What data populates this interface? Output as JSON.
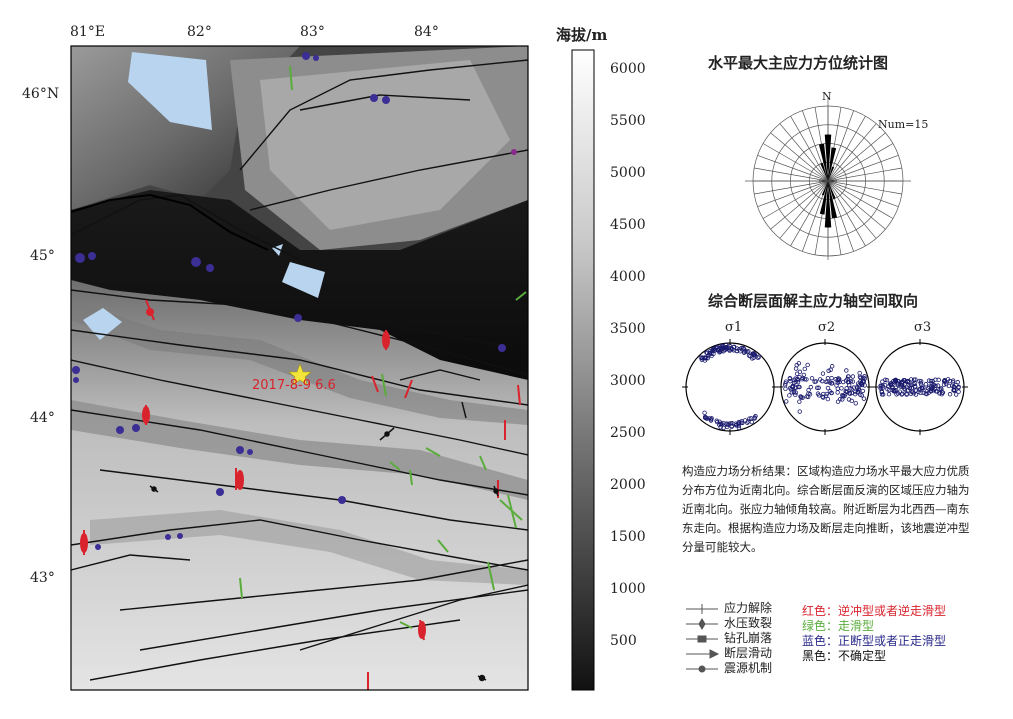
{
  "map": {
    "lon_labels": [
      "81°E",
      "82°",
      "83°",
      "84°"
    ],
    "lat_labels": [
      "46°N",
      "45°",
      "44°",
      "43°"
    ],
    "event_label": "2017-8-9 6.6",
    "epicenter_icon": "yellow-star-icon"
  },
  "colorbar": {
    "title": "海拔/m",
    "ticks": [
      "6000",
      "5500",
      "5000",
      "4500",
      "4000",
      "3500",
      "3000",
      "2500",
      "2000",
      "1500",
      "1000",
      "500"
    ],
    "range": [
      0,
      6200
    ],
    "color_low": "#111111",
    "color_high": "#ffffff"
  },
  "rose": {
    "title": "水平最大主应力方位统计图",
    "north_label": "N",
    "count_label": "Num=15",
    "fill_color": "#000000"
  },
  "stereonet": {
    "title": "综合断层面解主应力轴空间取向",
    "labels": [
      "σ1",
      "σ2",
      "σ3"
    ],
    "point_color": "#1a1a6e"
  },
  "analysis_text": "构造应力场分析结果：区域构造应力场水平最大应力优质分布方位为近南北向。综合断层面反演的区域压应力轴为近南北向。张应力轴倾角较高。附近断层为北西西—南东东走向。根据构造应力场及断层走向推断，该地震逆冲型分量可能较大。",
  "legend_symbols": [
    {
      "label": "应力解除",
      "icon": "cross-line-icon"
    },
    {
      "label": "水压致裂",
      "icon": "diamond-line-icon"
    },
    {
      "label": "钻孔崩落",
      "icon": "bar-line-icon"
    },
    {
      "label": "断层滑动",
      "icon": "arrow-line-icon"
    },
    {
      "label": "震源机制",
      "icon": "dot-line-icon"
    }
  ],
  "legend_colors": [
    {
      "label": "红色：逆冲型或者逆走滑型",
      "color": "#d9232d"
    },
    {
      "label": "绿色：走滑型",
      "color": "#5aac3c"
    },
    {
      "label": "蓝色：正断型或者正走滑型",
      "color": "#2a2a8a"
    },
    {
      "label": "黑色：不确定型",
      "color": "#111111"
    }
  ]
}
